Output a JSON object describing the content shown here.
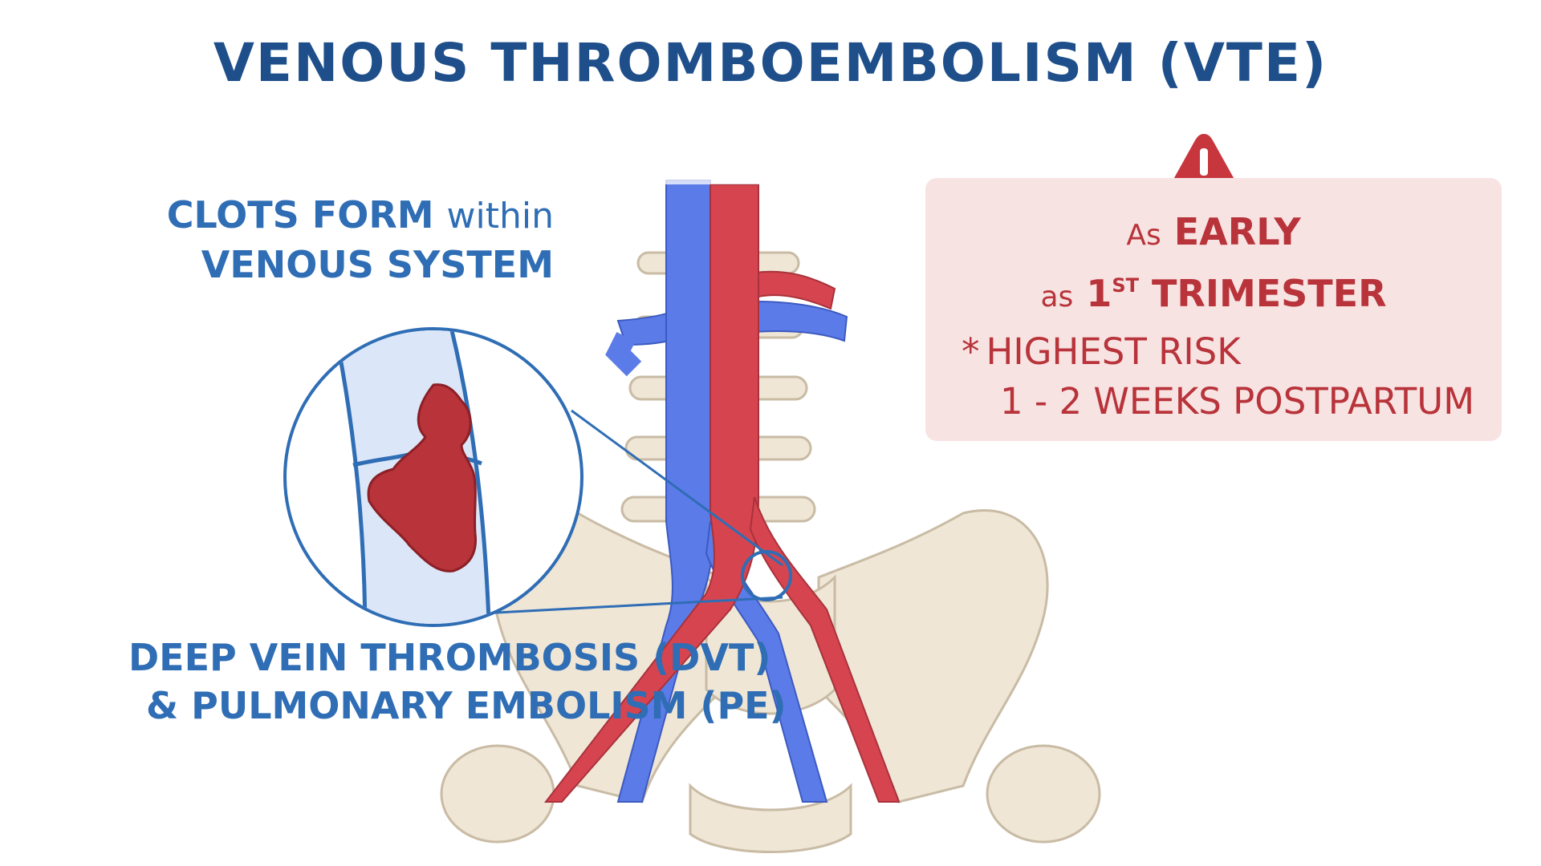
{
  "title": "VENOUS THROMBOEMBOLISM (VTE)",
  "clots_label": {
    "line1_caps": "CLOTS FORM",
    "line1_lower": "within",
    "line2": "VENOUS SYSTEM"
  },
  "dvt_label": {
    "line1": "DEEP VEIN THROMBOSIS (DVT)",
    "line2": "& PULMONARY EMBOLISM (PE)"
  },
  "warning": {
    "icon": "warning-icon",
    "line1_small": "As",
    "line1_caps": "EARLY",
    "line2_small": "as",
    "line2_num": "1",
    "line2_sup": "ST",
    "line2_caps": "TRIMESTER",
    "note_star": "*",
    "note_line1": "HIGHEST RISK",
    "note_line2": "1 - 2 WEEKS POSTPARTUM"
  },
  "colors": {
    "title": "#1f4f8a",
    "label_blue": "#2f6db5",
    "warning_red": "#b8333a",
    "warning_box": "#f8e3e3",
    "vein": "#5b7be8",
    "artery": "#d6454f",
    "clot": "#b8333a",
    "bone": "#efe6d6"
  }
}
